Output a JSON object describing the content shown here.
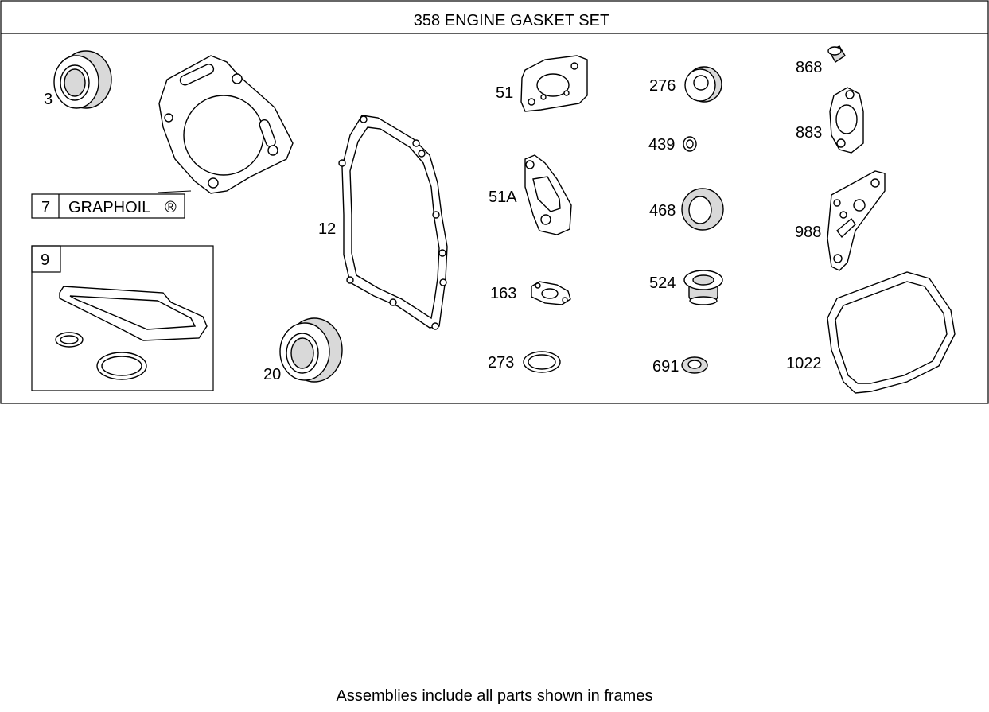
{
  "title": "358 ENGINE GASKET SET",
  "footer": "Assemblies include all parts shown in frames",
  "labels": {
    "p3": "3",
    "p7": "7",
    "graphoil": "GRAPHOIL",
    "registered": "®",
    "p9": "9",
    "p12": "12",
    "p20": "20",
    "p51": "51",
    "p51a": "51A",
    "p163": "163",
    "p273": "273",
    "p276": "276",
    "p439": "439",
    "p468": "468",
    "p524": "524",
    "p691": "691",
    "p868": "868",
    "p883": "883",
    "p988": "988",
    "p1022": "1022"
  }
}
